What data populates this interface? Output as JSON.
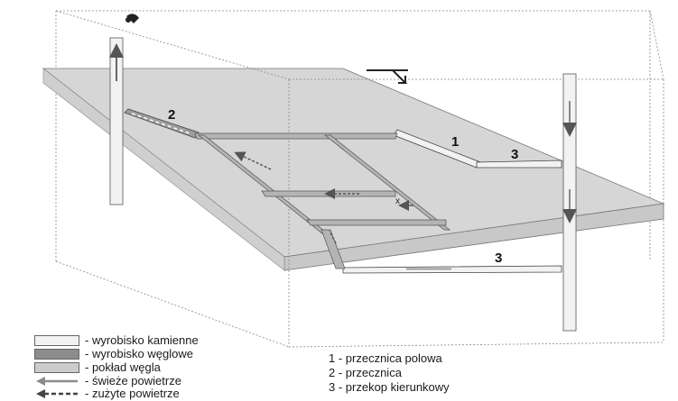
{
  "legend": [
    {
      "symbol": "stone-working",
      "text": "- wyrobisko kamienne"
    },
    {
      "symbol": "coal-working",
      "text": "- wyrobisko węglowe"
    },
    {
      "symbol": "coal-seam",
      "text": "- pokład węgla"
    },
    {
      "symbol": "fresh-air-arrow",
      "text": "- świeże powietrze"
    },
    {
      "symbol": "used-air-arrow",
      "text": "- zużyte powietrze"
    }
  ],
  "key": [
    "1 - przecznica polowa",
    "2 - przecznica",
    "3 - przekop kierunkowy"
  ],
  "labels": {
    "n1": "1",
    "n2": "2",
    "n3_top": "3",
    "n3_bottom": "3",
    "x_mark": "x"
  },
  "colors": {
    "seam": "#d6d6d6",
    "stone_working": "#f2f2f2",
    "coal_working": "#9e9e9e",
    "fresh_air": "#8a8a8a",
    "used_air": "#555555"
  }
}
